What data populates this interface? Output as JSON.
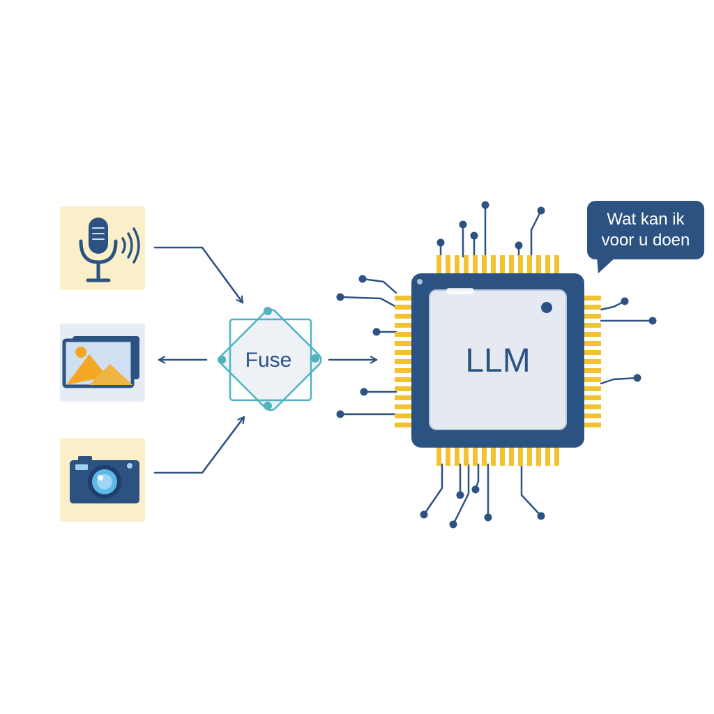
{
  "fuse": {
    "label": "Fuse"
  },
  "chip": {
    "label": "LLM"
  },
  "speech_bubble": {
    "line1": "Wat kan ik",
    "line2": "voor u doen"
  },
  "inputs": [
    {
      "icon": "microphone-icon"
    },
    {
      "icon": "image-gallery-icon"
    },
    {
      "icon": "camera-icon"
    }
  ],
  "colors": {
    "navy": "#2c5282",
    "teal": "#4fb3bf",
    "gold": "#f2c230",
    "cream": "#faefc8",
    "chip_face": "#e4e9f2",
    "bubble": "#2c5282",
    "bubble_text": "#ffffff"
  }
}
